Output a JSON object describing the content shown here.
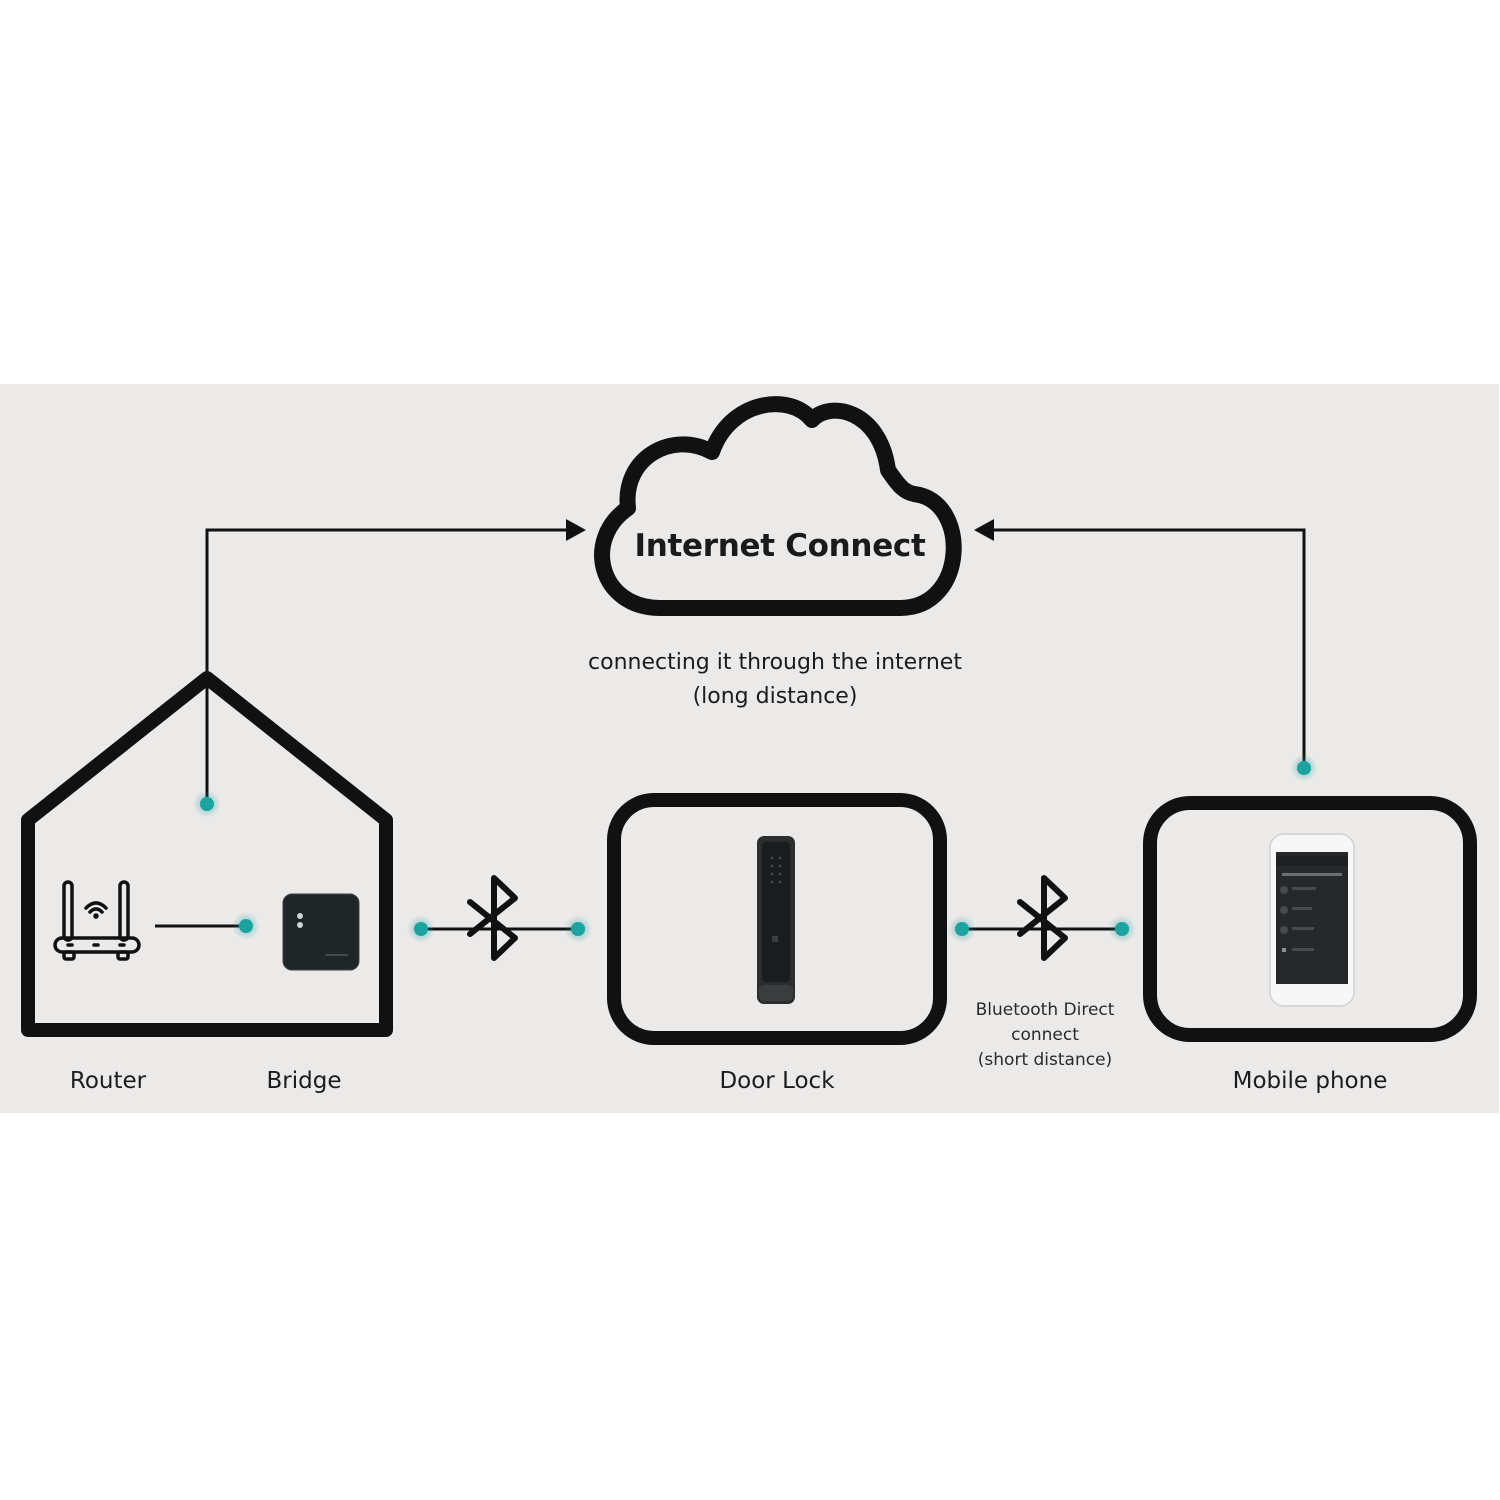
{
  "cloud": {
    "title": "Internet Connect",
    "caption_line1": "connecting it through the internet",
    "caption_line2": "(long distance)"
  },
  "devices": {
    "router": "Router",
    "bridge": "Bridge",
    "door_lock": "Door Lock",
    "mobile_phone": "Mobile phone"
  },
  "bluetooth": {
    "line1": "Bluetooth Direct",
    "line2": "connect",
    "line3": "(short distance)"
  },
  "colors": {
    "background_band": "#ece9e9",
    "stroke": "#111111",
    "node_dot": "#1aa39f",
    "device_dark": "#1f2628"
  },
  "icons": {
    "cloud": "cloud-icon",
    "house": "house-icon",
    "router": "wifi-router-icon",
    "bridge": "bridge-device-icon",
    "bluetooth": "bluetooth-icon",
    "door_lock": "smart-door-lock-icon",
    "phone": "smartphone-icon"
  }
}
